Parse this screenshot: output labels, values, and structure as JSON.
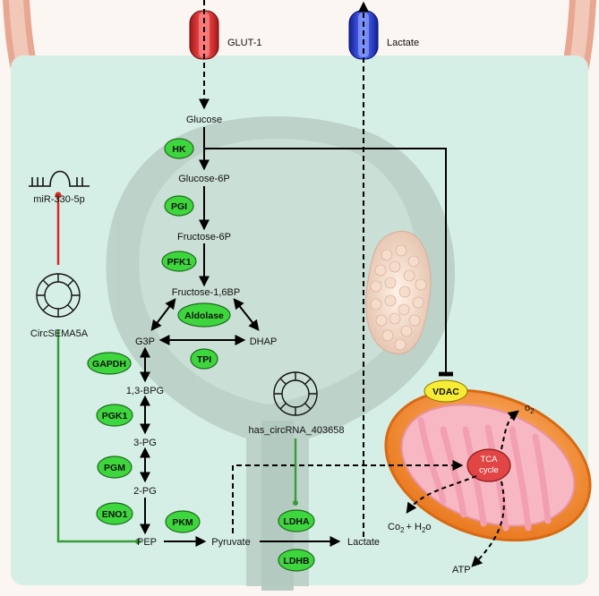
{
  "channels": {
    "glut1": "GLUT-1",
    "lactate": "Lactate"
  },
  "metabolites": {
    "glucose": "Glucose",
    "glucose_6p": "Glucose-6P",
    "fructose_6p": "Fructose-6P",
    "fructose_16bp": "Fructose-1,6BP",
    "g3p": "G3P",
    "dhap": "DHAP",
    "bpg13": "1,3-BPG",
    "pg3": "3-PG",
    "pg2": "2-PG",
    "pep": "PEP",
    "pyruvate": "Pyruvate",
    "lactate": "Lactate"
  },
  "enzymes": {
    "hk": "HK",
    "pgi": "PGI",
    "pfk1": "PFK1",
    "aldolase": "Aldolase",
    "tpi": "TPI",
    "gapdh": "GAPDH",
    "pgk1": "PGK1",
    "pgm": "PGM",
    "eno1": "ENO1",
    "pkm": "PKM",
    "ldha": "LDHA",
    "ldhb": "LDHB"
  },
  "regulators": {
    "mirna": "miR-330-5p",
    "circsema5a": "CircSEMA5A",
    "circrna_403658": "has_circRNA_403658"
  },
  "mitochondrion": {
    "vdac": "VDAC",
    "tca_line1": "TCA",
    "tca_line2": "cycle",
    "o2": "o",
    "o2_sub": "2",
    "co2": "Co",
    "co2_sub": "2",
    "h2o_prefix": "+ H",
    "h2o_sub": "2",
    "h2o_suffix": "o",
    "atp": "ATP"
  },
  "colors": {
    "enzyme_fill": "#3dd63d",
    "background_panel": "#d6efe6",
    "glut1_channel": "#e03030",
    "lactate_channel": "#2a3fd8",
    "mito_outer": "#f28a2c",
    "inhibition_red": "#d42a2a",
    "activation_green": "#3a9a3a"
  }
}
